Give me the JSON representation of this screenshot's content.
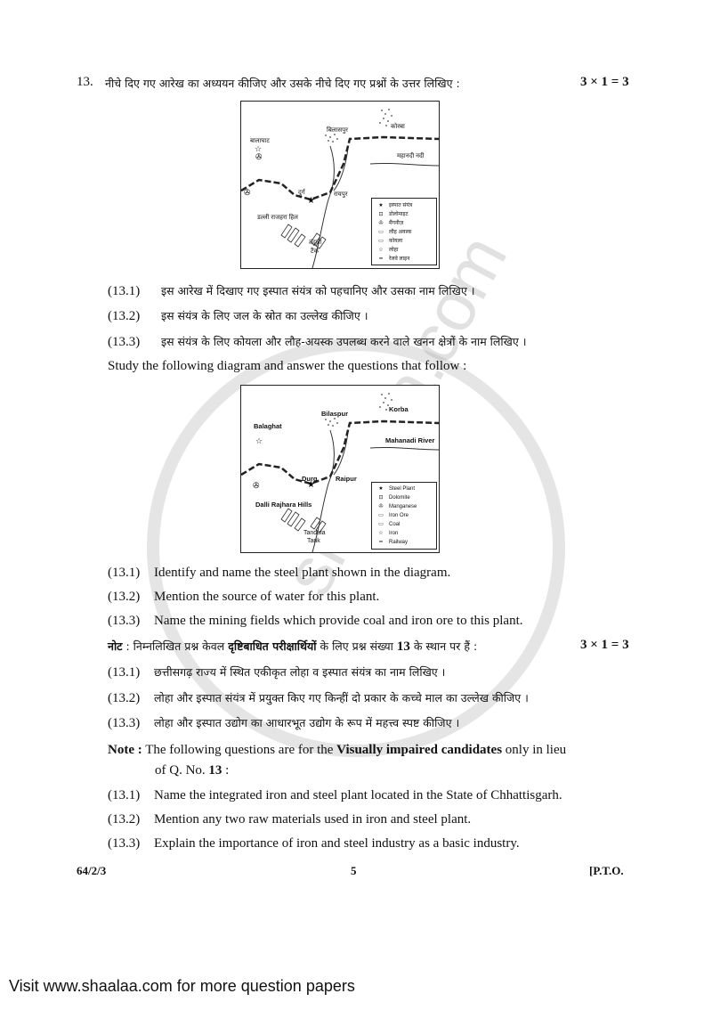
{
  "question": {
    "number": "13.",
    "hindi_instruction": "नीचे दिए गए आरेख का अध्ययन कीजिए और उसके नीचे दिए गए प्रश्नों के उत्तर लिखिए :",
    "marks": "3 × 1 = 3"
  },
  "map_hindi": {
    "labels": {
      "balaghat": "बालाघाट",
      "bilaspur": "बिलासपुर",
      "korba": "कोरबा",
      "mahanadi": "महानदी नदी",
      "durg": "दुर्ग",
      "raipur": "रायपुर",
      "dalli": "डल्ली राजहरा हिल",
      "tandula": "तंदुला",
      "tank": "टैंक"
    },
    "legend": [
      "इस्पात संयंत्र",
      "डोलोमाइट",
      "मैंगनीज़",
      "लौह अयस्क",
      "कोयला",
      "लोहा",
      "रेलवे लाइन"
    ]
  },
  "hindi_questions": [
    {
      "num": "(13.1)",
      "text": "इस आरेख में दिखाए गए इस्पात संयंत्र को पहचानिए और उसका नाम लिखिए ।"
    },
    {
      "num": "(13.2)",
      "text": "इस संयंत्र के लिए जल के स्रोत का उल्लेख कीजिए ।"
    },
    {
      "num": "(13.3)",
      "text": "इस संयंत्र के लिए कोयला और लौह-अयस्क उपलब्ध करने वाले खनन क्षेत्रों के नाम लिखिए ।"
    }
  ],
  "english_instruction": "Study the following diagram and answer the questions that follow :",
  "map_english": {
    "labels": {
      "balaghat": "Balaghat",
      "bilaspur": "Bilaspur",
      "korba": "Korba",
      "mahanadi": "Mahanadi River",
      "durg": "Durg",
      "raipur": "Raipur",
      "dalli": "Dalli Rajhara Hills",
      "tandula": "Tandula",
      "tank": "Tank"
    },
    "legend": [
      "Steel Plant",
      "Dolomite",
      "Manganese",
      "Iron Ore",
      "Coal",
      "Iron",
      "Railway"
    ]
  },
  "english_questions": [
    {
      "num": "(13.1)",
      "text": "Identify and name the steel plant shown in the diagram."
    },
    {
      "num": "(13.2)",
      "text": "Mention the source of water for this plant."
    },
    {
      "num": "(13.3)",
      "text": "Name the mining fields which provide coal and iron ore to this plant."
    }
  ],
  "hindi_note": {
    "prefix": "नोट",
    "before": ": निम्नलिखित प्रश्न केवल",
    "bold": "दृष्टिबाधित परीक्षार्थियों",
    "after": "के लिए प्रश्न संख्या",
    "qno": "13",
    "end": "के स्थान पर हैं :",
    "marks": "3 × 1 = 3"
  },
  "hindi_vi_questions": [
    {
      "num": "(13.1)",
      "text": "छत्तीसगढ़ राज्य में स्थित एकीकृत लोहा व इस्पात संयंत्र का नाम लिखिए ।"
    },
    {
      "num": "(13.2)",
      "text": "लोहा और इस्पात संयंत्र में प्रयुक्त किए गए किन्हीं दो प्रकार के कच्चे माल का उल्लेख कीजिए ।"
    },
    {
      "num": "(13.3)",
      "text": "लोहा और इस्पात उद्योग का आधारभूत उद्योग के रूप में महत्त्व स्पष्ट कीजिए ।"
    }
  ],
  "english_note": {
    "prefix": "Note :",
    "before": "The following questions are for the",
    "bold": "Visually impaired candidates",
    "after": "only in lieu",
    "line2_before": "of Q. No.",
    "qno": "13",
    "line2_after": ":"
  },
  "english_vi_questions": [
    {
      "num": "(13.1)",
      "text": "Name the integrated iron and steel plant located in the State of Chhattisgarh."
    },
    {
      "num": "(13.2)",
      "text": "Mention any two raw materials used in iron and steel plant."
    },
    {
      "num": "(13.3)",
      "text": "Explain the importance of iron and steel industry as a basic industry."
    }
  ],
  "footer": {
    "code": "64/2/3",
    "page": "5",
    "pto": "[P.T.O."
  },
  "watermark": "shaalaa.com",
  "bottom_text": "Visit www.shaalaa.com for more question papers"
}
